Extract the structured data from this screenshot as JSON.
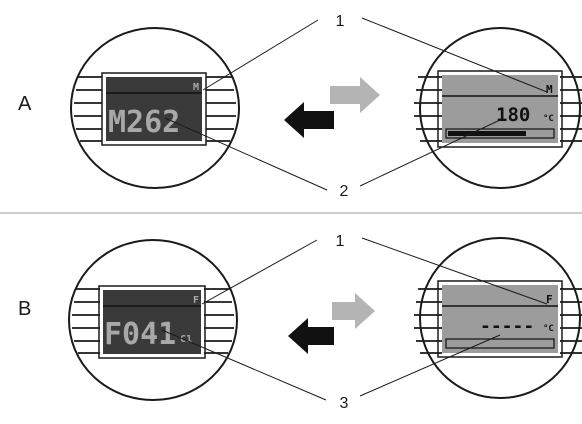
{
  "diagram": {
    "colors": {
      "line": "#1a1a1a",
      "dark_display": "#3a3a3a",
      "light_display": "#9c9c9c",
      "dark_text": "#a8a8a8",
      "light_text": "#111111",
      "arrow_dark": "#111111",
      "arrow_light": "#b4b4b4"
    },
    "row_a": {
      "label": "A",
      "callout_top": "1",
      "callout_bottom": "2",
      "left_display": {
        "letter": "M",
        "value": "M262"
      },
      "right_display": {
        "letter": "M",
        "value": "180",
        "unit": "°C"
      }
    },
    "row_b": {
      "label": "B",
      "callout_top": "1",
      "callout_bottom": "3",
      "left_display": {
        "letter": "F",
        "value": "F041",
        "suffix": "C1"
      },
      "right_display": {
        "letter": "F",
        "value": "-----",
        "unit": "°C"
      }
    }
  }
}
